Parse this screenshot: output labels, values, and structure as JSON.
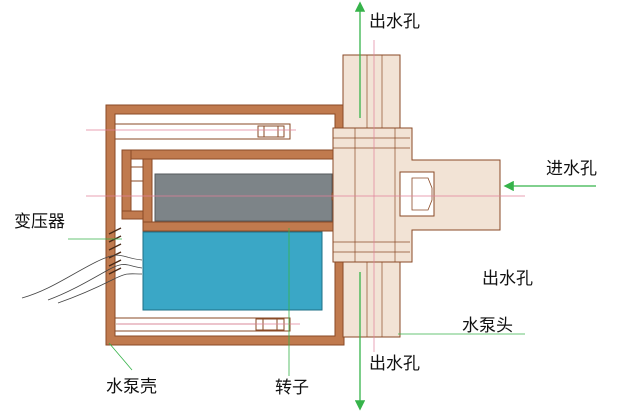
{
  "labels": {
    "outlet_top": "出水孔",
    "inlet": "进水孔",
    "outlet_right": "出水孔",
    "pump_head": "水泵头",
    "outlet_bottom": "出水孔",
    "transformer": "变压器",
    "pump_shell": "水泵壳",
    "rotor": "转子"
  },
  "colors": {
    "housing": "#c07a4e",
    "housing_dark": "#8a4a26",
    "pump_head": "#f2e3d5",
    "rotor": "#7d8488",
    "coil": "#3aa7c6",
    "arrow_green": "#36b34a",
    "guide_pink": "#e0809a"
  }
}
